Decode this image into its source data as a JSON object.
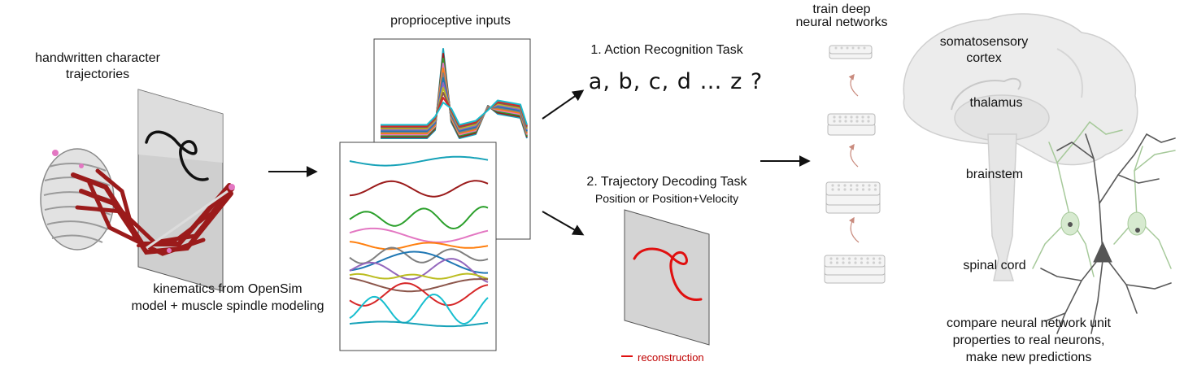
{
  "labels": {
    "handwritten_line1": "handwritten character",
    "handwritten_line2": "trajectories",
    "kinematics_line1": "kinematics from OpenSim",
    "kinematics_line2": "model + muscle spindle modeling",
    "proprioceptive": "proprioceptive inputs",
    "task1": "1. Action Recognition Task",
    "letters": "a, b, c, d … z ?",
    "task2": "2. Trajectory Decoding Task",
    "task2_sub": "Position or Position+Velocity",
    "reconstruction": "reconstruction",
    "train_line1": "train deep",
    "train_line2": "neural networks",
    "somatosensory_line1": "somatosensory",
    "somatosensory_line2": "cortex",
    "thalamus": "thalamus",
    "brainstem": "brainstem",
    "spinal_cord": "spinal cord",
    "compare_line1": "compare neural network unit",
    "compare_line2": "properties to real neurons,",
    "compare_line3": "make new predictions"
  },
  "colors": {
    "muscle": "#9b1b1b",
    "trajectory": "#111111",
    "reconstruction": "#e01010",
    "brain_fill": "#ececec",
    "brain_stroke": "#cfcfcf",
    "neuron_dark": "#555555",
    "neuron_green": "#a6c99a",
    "network_arrow": "#c98b7e"
  },
  "signal_colors": [
    "#17a2b8",
    "#9b1b1b",
    "#2ca02c",
    "#e377c2",
    "#ff7f0e",
    "#7f7f7f",
    "#1f77b4",
    "#9467bd",
    "#bcbd22",
    "#8c564b",
    "#d62728",
    "#17becf"
  ]
}
